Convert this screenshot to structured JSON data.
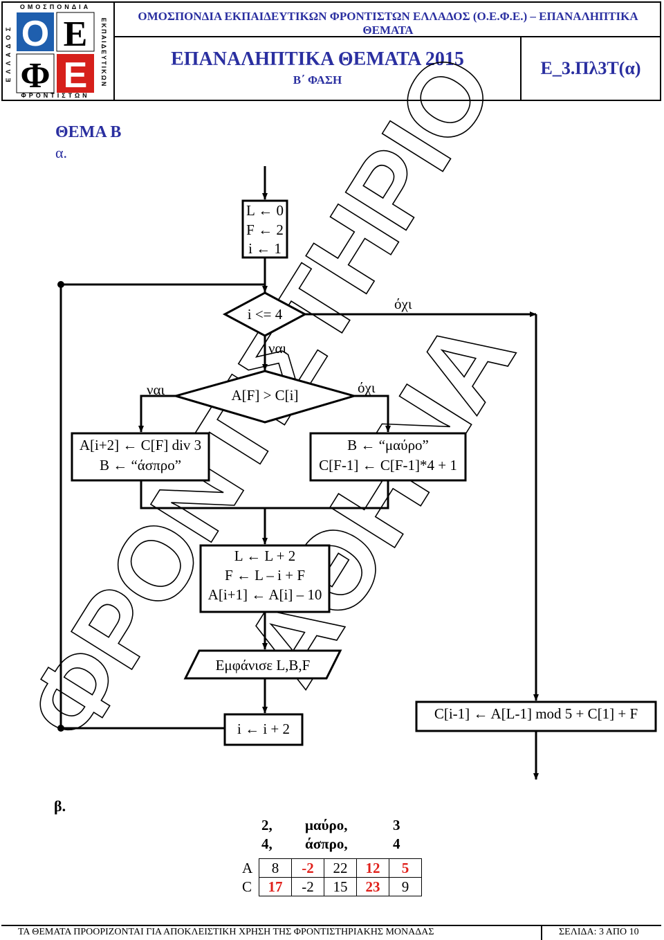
{
  "header": {
    "org_title": "ΟΜΟΣΠΟΝΔΙΑ ΕΚΠΑΙΔΕΥΤΙΚΩΝ ΦΡΟΝΤΙΣΤΩΝ ΕΛΛΑΔΟΣ (Ο.Ε.Φ.Ε.) – ΕΠΑΝΑΛΗΠΤΙΚΑ ΘΕΜΑΤΑ",
    "title": "ΕΠΑΝΑΛΗΠΤΙΚΑ ΘΕΜΑΤΑ 2015",
    "phase": "Β΄ ΦΑΣΗ",
    "code": "Ε_3.Πλ3Τ(α)",
    "logo": {
      "letters": [
        "Ο",
        "Ε",
        "Φ",
        "Ε"
      ],
      "ring_top": "ΟΜΟΣΠΟΝΔΙΑ",
      "ring_left": "ΕΛΛΑΔΟΣ",
      "ring_right": "ΕΚΠΑΙΔΕΥΤΙΚΩΝ",
      "ring_bottom": "ΦΡΟΝΤΙΣΤΩΝ",
      "colors": {
        "blue": "#1f5fae",
        "red": "#d6201b"
      }
    }
  },
  "section": {
    "theme": "ΘΕΜΑ Β",
    "part_a": "α.",
    "part_b": "β."
  },
  "watermark": {
    "line1": "ΦΡΟΝΤΙΣΤΗΡΙΟ",
    "line2": "ΑΘΗΝΑ"
  },
  "flowchart": {
    "init": [
      "L ← 0",
      "F ← 2",
      "i ← 1"
    ],
    "loop_condition": "i <= 4",
    "loop_yes": "ναι",
    "loop_no": "όχι",
    "if_condition": "A[F] > C[i]",
    "if_yes": "ναι",
    "if_no": "όχι",
    "yes_branch": [
      "A[i+2] ← C[F] div 3",
      "B ← “άσπρο”"
    ],
    "no_branch": [
      "B ← “μαύρο”",
      "C[F-1] ← C[F-1]*4 + 1"
    ],
    "after_if": [
      "L ← L + 2",
      "F ← L – i + F",
      "A[i+1] ← A[i] – 10"
    ],
    "output": "Εμφάνισε L,B,F",
    "increment": "i ← i + 2",
    "exit_step": "C[i-1] ← A[L-1] mod 5 + C[1] + F"
  },
  "results": {
    "output_lines": [
      [
        "2,",
        "μαύρο,",
        "3"
      ],
      [
        "4,",
        "άσπρο,",
        "4"
      ]
    ],
    "arrays": [
      {
        "label": "A",
        "cells": [
          "8",
          "-2",
          "22",
          "12",
          "5"
        ],
        "highlight": [
          false,
          true,
          false,
          true,
          true
        ]
      },
      {
        "label": "C",
        "cells": [
          "17",
          "-2",
          "15",
          "23",
          "9"
        ],
        "highlight": [
          true,
          false,
          false,
          true,
          false
        ]
      }
    ],
    "highlight_color": "#e0201b"
  },
  "footer": {
    "notice": "ΤΑ ΘΕΜΑΤΑ ΠΡΟΟΡΙΖΟΝΤΑΙ ΓΙΑ ΑΠΟΚΛΕΙΣΤΙΚΗ ΧΡΗΣΗ ΤΗΣ ΦΡΟΝΤΙΣΤΗΡΙΑΚΗΣ ΜΟΝΑΔΑΣ",
    "page": "ΣΕΛΙΔΑ: 3 ΑΠΟ 10"
  }
}
